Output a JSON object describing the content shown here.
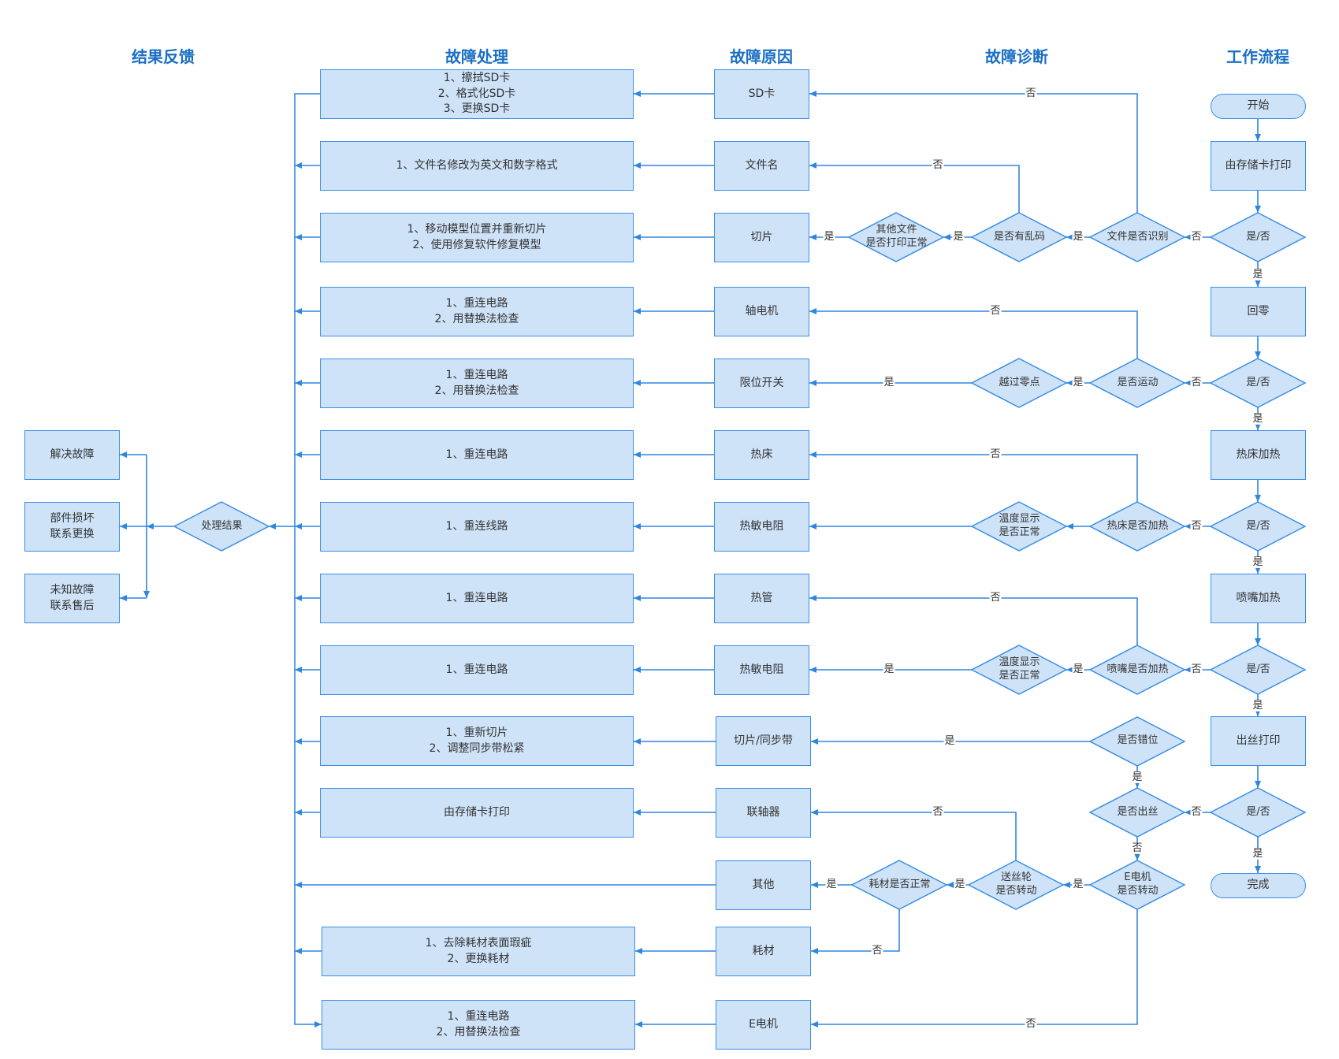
{
  "headers": {
    "workflow": "工作流程",
    "diagnosis": "故障诊断",
    "cause": "故障原因",
    "handling": "故障处理",
    "feedback": "结果反馈"
  },
  "workflow": {
    "start": "开始",
    "sd_print": "由存储卡打印",
    "yes_no": "是/否",
    "homing": "回零",
    "bed_heating": "热床加热",
    "nozzle_heating": "喷嘴加热",
    "filament_print": "出丝打印",
    "done": "完成"
  },
  "diagnosis": {
    "file_recognized": "文件是否识别",
    "garbled": "是否有乱码",
    "other_file_ok": [
      "其他文件",
      "是否打印正常"
    ],
    "moving": "是否运动",
    "past_zero": "越过零点",
    "bed_heating_q": "热床是否加热",
    "temp_ok_1": [
      "温度显示",
      "是否正常"
    ],
    "nozzle_heating_q": "喷嘴是否加热",
    "temp_ok_2": [
      "温度显示",
      "是否正常"
    ],
    "misaligned": "是否错位",
    "extruding": "是否出丝",
    "e_motor_turning": [
      "E电机",
      "是否转动"
    ],
    "feed_wheel_turning": [
      "送丝轮",
      "是否转动"
    ],
    "filament_ok": "耗材是否正常"
  },
  "causes": {
    "sd": "SD卡",
    "filename": "文件名",
    "slice": "切片",
    "axis_motor": "轴电机",
    "limit_switch": "限位开关",
    "hotbed": "热床",
    "thermistor_1": "热敏电阻",
    "heat_tube": "热管",
    "thermistor_2": "热敏电阻",
    "slice_belt": "切片/同步带",
    "coupler": "联轴器",
    "other": "其他",
    "filament": "耗材",
    "e_motor": "E电机"
  },
  "handling": {
    "sd": [
      "1、擦拭SD卡",
      "2、格式化SD卡",
      "3、更换SD卡"
    ],
    "filename": [
      "1、文件名修改为英文和数字格式"
    ],
    "slice": [
      "1、移动模型位置并重新切片",
      "2、使用修复软件修复模型"
    ],
    "axis_motor": [
      "1、重连电路",
      "2、用替换法检查"
    ],
    "limit_switch": [
      "1、重连电路",
      "2、用替换法检查"
    ],
    "hotbed": [
      "1、重连电路"
    ],
    "thermistor_1": [
      "1、重连线路"
    ],
    "heat_tube": [
      "1、重连电路"
    ],
    "thermistor_2": [
      "1、重连电路"
    ],
    "slice_belt": [
      "1、重新切片",
      "2、调整同步带松紧"
    ],
    "coupler": [
      "由存储卡打印"
    ],
    "filament": [
      "1、去除耗材表面瑕疵",
      "2、更换耗材"
    ],
    "e_motor": [
      "1、重连电路",
      "2、用替换法检查"
    ]
  },
  "result": {
    "handling_result": "处理结果",
    "fixed": "解决故障",
    "part_damaged": [
      "部件损坏",
      "联系更换"
    ],
    "unknown": [
      "未知故障",
      "联系售后"
    ]
  },
  "edge_labels": {
    "yes": "是",
    "no": "否"
  }
}
